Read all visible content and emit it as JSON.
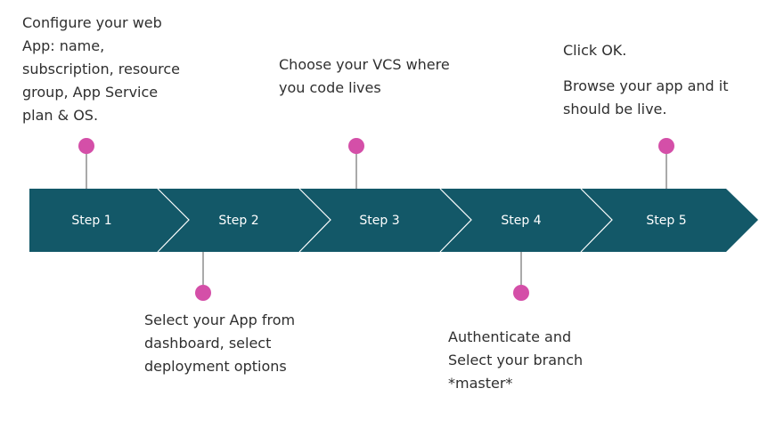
{
  "colors": {
    "arrow_fill": "#135868",
    "separator": "#ffffff",
    "marker": "#d44fa8",
    "connector": "#555555",
    "text": "#2f2f2f"
  },
  "steps": [
    {
      "label": "Step 1"
    },
    {
      "label": "Step 2"
    },
    {
      "label": "Step 3"
    },
    {
      "label": "Step 4"
    },
    {
      "label": "Step 5"
    }
  ],
  "notes": {
    "step1": "Configure your web App: name, subscription, resource group, App Service plan & OS.",
    "step2": "Select your App from dashboard, select deployment options",
    "step3": "Choose your VCS where you code lives",
    "step4": "Authenticate and Select your branch *master*",
    "step5_line1": "Click OK.",
    "step5_line2": "Browse your app and it should be live."
  }
}
